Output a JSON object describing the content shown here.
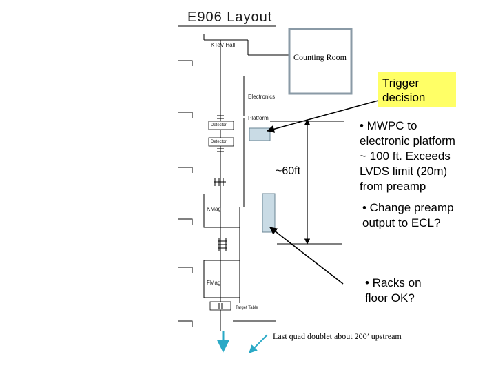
{
  "diagram": {
    "title": "E906 Layout",
    "hall_label": "KTeV Hall",
    "counting_room_label": "Counting Room",
    "electronics_label": "Electronics",
    "platform_label": "Platform",
    "detector_label_1": "Detector",
    "detector_label_2": "Detector",
    "kmag_label": "KMag",
    "fmag_label": "FMag",
    "target_label": "Target Table",
    "distance_label": "~60ft",
    "trigger_line_1": "Trigger",
    "trigger_line_2": "decision",
    "note_1_lines": [
      "• MWPC to",
      "electronic platform",
      "~ 100 ft.  Exceeds",
      "LVDS limit (20m)",
      "from preamp"
    ],
    "note_2_lines": [
      "• Change preamp",
      "output to ECL?"
    ],
    "note_3_lines": [
      "• Racks on",
      "floor OK?"
    ],
    "footnote": "Last quad doublet about 200’ upstream",
    "colors": {
      "trigger_fill": "#ffff66",
      "counting_room_border": "#8a9aa6",
      "rack_fill": "#c9dbe5",
      "rack_border": "#6a8494",
      "beam_arrow": "#2aa9c6",
      "line": "#000000"
    }
  }
}
